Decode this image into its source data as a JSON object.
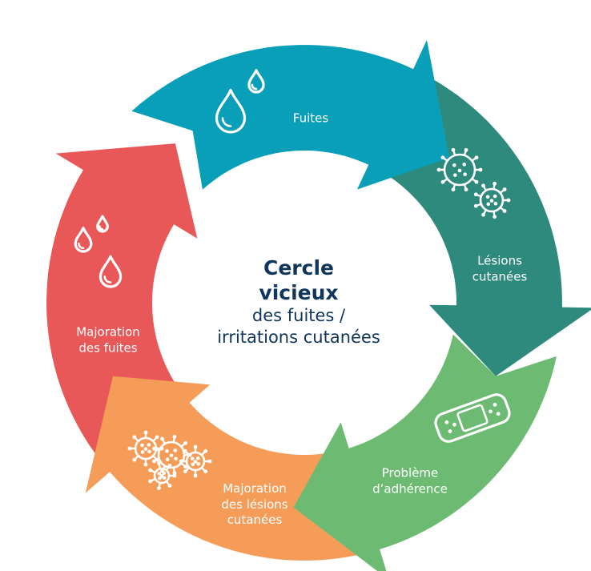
{
  "center": {
    "title_line1": "Cercle",
    "title_line2": "vicieux",
    "subtitle_line1": "des fuites /",
    "subtitle_line2": "irritations cutanées"
  },
  "segments": [
    {
      "id": "fuites",
      "label_lines": [
        "Fuites"
      ],
      "color": "#0a9fb8",
      "icon": "water-drops-icon"
    },
    {
      "id": "lesions",
      "label_lines": [
        "Lésions",
        "cutanées"
      ],
      "color": "#2f8a7e",
      "icon": "bacteria-icon"
    },
    {
      "id": "adherence",
      "label_lines": [
        "Problème",
        "d’adhérence"
      ],
      "color": "#6dbb73",
      "icon": "bandage-icon"
    },
    {
      "id": "majoration-lesions",
      "label_lines": [
        "Majoration",
        "des lésions",
        "cutanées"
      ],
      "color": "#f59d58",
      "icon": "bacteria-cluster-icon"
    },
    {
      "id": "majoration-fuites",
      "label_lines": [
        "Majoration",
        "des fuites"
      ],
      "color": "#e85858",
      "icon": "water-drops-icon"
    }
  ]
}
